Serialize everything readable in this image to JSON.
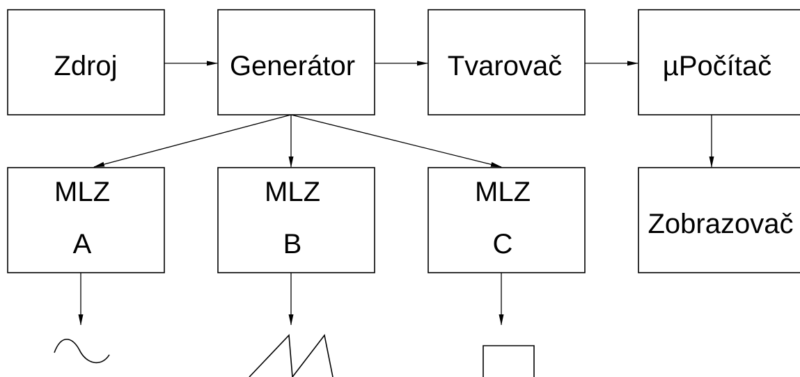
{
  "diagram": {
    "nodes": {
      "zdroj": {
        "label": "Zdroj"
      },
      "generator": {
        "label": "Generátor"
      },
      "tvarovac": {
        "label": "Tvarovač"
      },
      "mpocitac": {
        "label": "µPočítač"
      },
      "mlz_a": {
        "line1": "MLZ",
        "line2": "A"
      },
      "mlz_b": {
        "line1": "MLZ",
        "line2": "B"
      },
      "mlz_c": {
        "line1": "MLZ",
        "line2": "C"
      },
      "zobrazovac": {
        "label": "Zobrazovač"
      }
    },
    "edges": [
      {
        "from": "zdroj",
        "to": "generator"
      },
      {
        "from": "generator",
        "to": "tvarovac"
      },
      {
        "from": "tvarovac",
        "to": "mpocitac"
      },
      {
        "from": "generator",
        "to": "mlz_a"
      },
      {
        "from": "generator",
        "to": "mlz_b"
      },
      {
        "from": "generator",
        "to": "mlz_c"
      },
      {
        "from": "mpocitac",
        "to": "zobrazovac"
      }
    ],
    "outputs": [
      {
        "source": "mlz_a",
        "waveform": "sine-icon"
      },
      {
        "source": "mlz_b",
        "waveform": "sawtooth-icon"
      },
      {
        "source": "mlz_c",
        "waveform": "square-icon"
      }
    ]
  }
}
